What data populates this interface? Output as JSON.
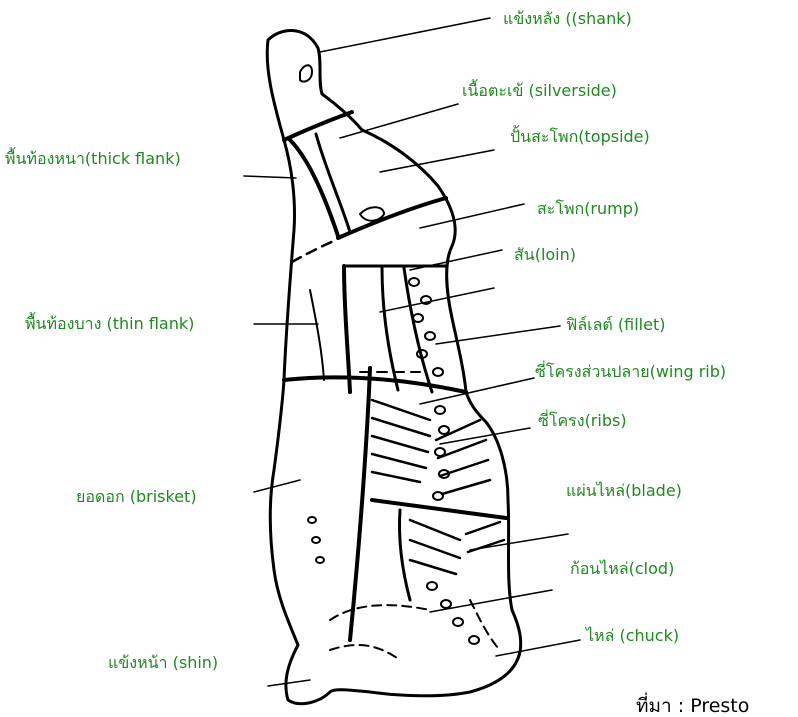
{
  "labels": {
    "shank": "แข้งหลัง ((shank)",
    "silverside": "เนื้อตะเข้ (silverside)",
    "topside": "ปั้นสะโพก(topside)",
    "thick_flank": "พื้นท้องหนา(thick flank)",
    "rump": "สะโพก(rump)",
    "loin": "สัน(loin)",
    "thin_flank": "พื้นท้องบาง (thin flank)",
    "fillet": "ฟิล์เลต์ (fillet)",
    "wing_rib": "ซี่โครงส่วนปลาย(wing rib)",
    "ribs": "ซี่โครง(ribs)",
    "brisket": "ยอดอก (brisket)",
    "blade": "แผ่นไหล่(blade)",
    "clod": "ก้อนไหล่(clod)",
    "chuck": "ไหล่ (chuck)",
    "shin": "แข้งหน้า (shin)"
  },
  "source_note": "ที่มา : Presto",
  "colors": {
    "label": "#1e8a1e",
    "outline": "#000000"
  }
}
